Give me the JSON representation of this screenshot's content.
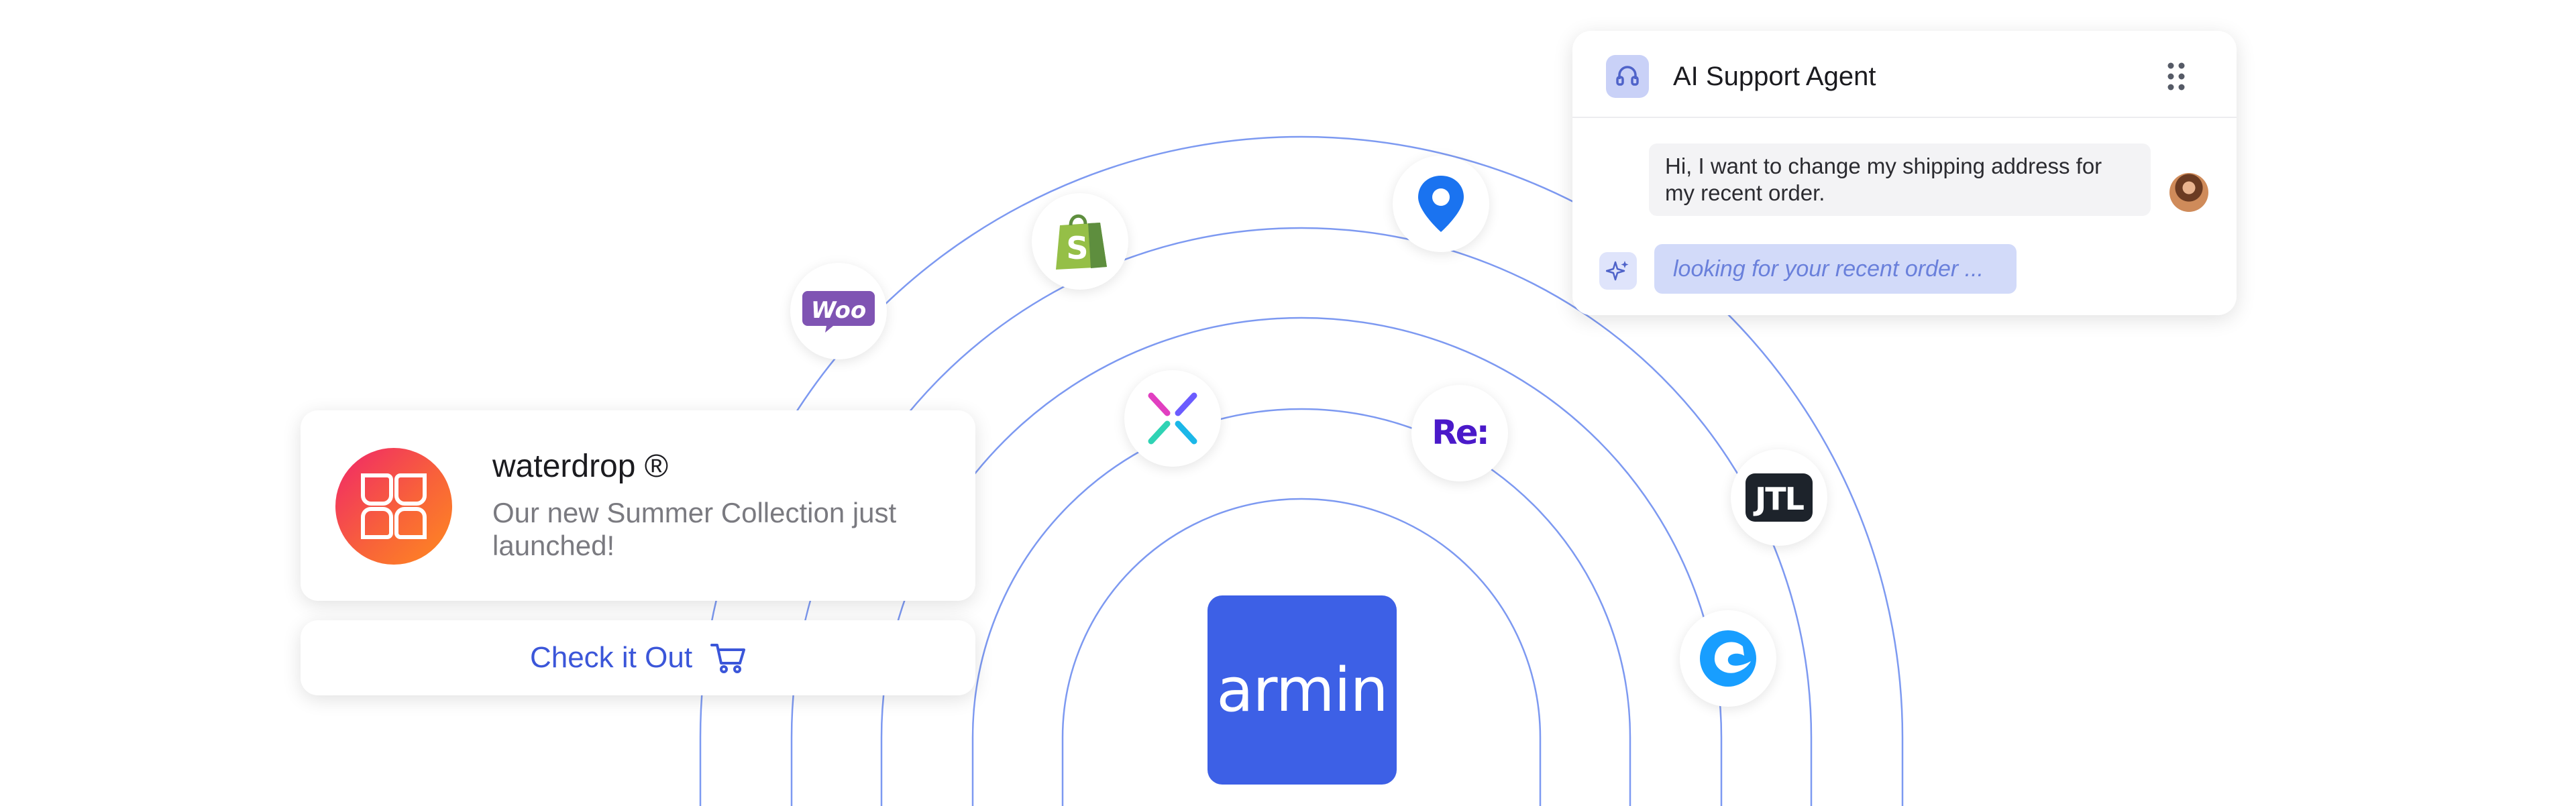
{
  "brand": {
    "name": "armin",
    "tile_color": "#3d60e6"
  },
  "notification": {
    "title": "waterdrop ®",
    "message": "Our new Summer Collection just launched!",
    "cta_label": "Check it Out",
    "cta_icon": "shopping-cart-icon"
  },
  "integrations": [
    {
      "name": "WooCommerce",
      "icon": "woocommerce-icon",
      "badge": "Woo"
    },
    {
      "name": "Shopify",
      "icon": "shopify-icon",
      "badge": "S"
    },
    {
      "name": "Location",
      "icon": "location-pin-icon"
    },
    {
      "name": "Sendcloud",
      "icon": "sendcloud-icon"
    },
    {
      "name": "Re:",
      "icon": "recharge-icon",
      "badge": "Re:"
    },
    {
      "name": "JTL",
      "icon": "jtl-icon",
      "badge": "JTL"
    },
    {
      "name": "Shopware",
      "icon": "shopware-icon"
    }
  ],
  "chat": {
    "title": "AI Support Agent",
    "user_message": "Hi, I want to change my shipping address for my recent order.",
    "ai_status": "looking for your recent order ...",
    "menu_icon": "dots-grid-icon"
  },
  "colors": {
    "orbit": "#6f8ff0",
    "accent": "#3b56d9",
    "ai_bubble": "#d2daf9"
  }
}
